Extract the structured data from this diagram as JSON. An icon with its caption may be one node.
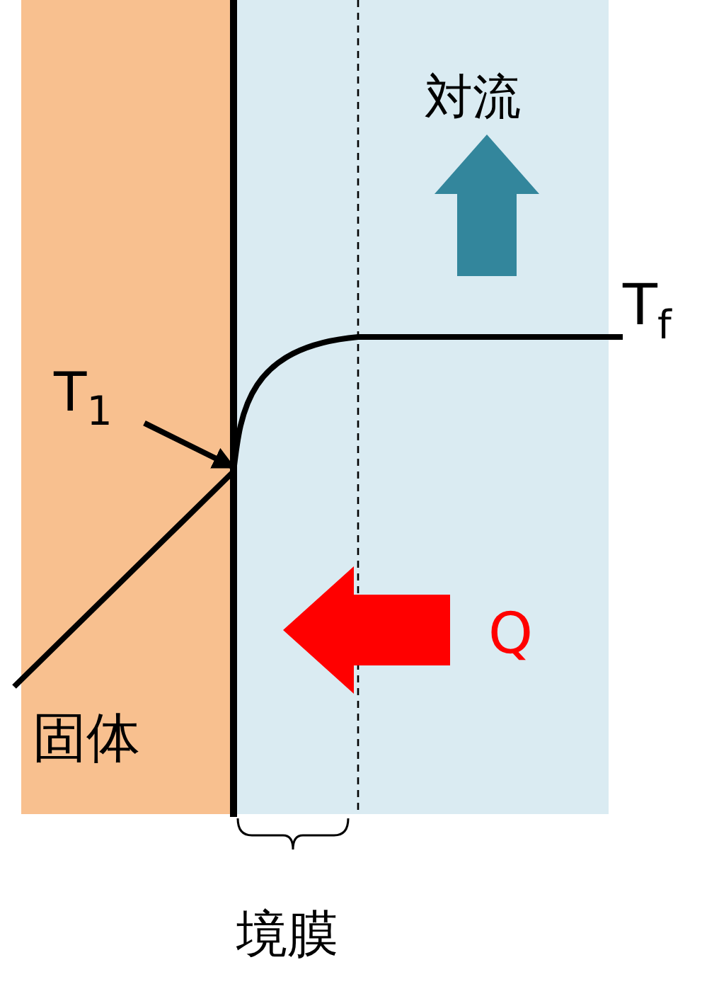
{
  "diagram": {
    "nodes": [
      {
        "text": [
          "固体"
        ]
      },
      {
        "text": [],
        "shape": "box"
      },
      {
        "text": [
          "T$_{1}$"
        ],
        "in": 0
      }
    ],
    "edges": [
      {
        "from": 2,
        "to": 0,
        "arrow": "to"
      }
    ],
    "labels": [
      "対流",
      "T$_{f}$",
      "Q",
      "境膜"
    ]
  }
}
